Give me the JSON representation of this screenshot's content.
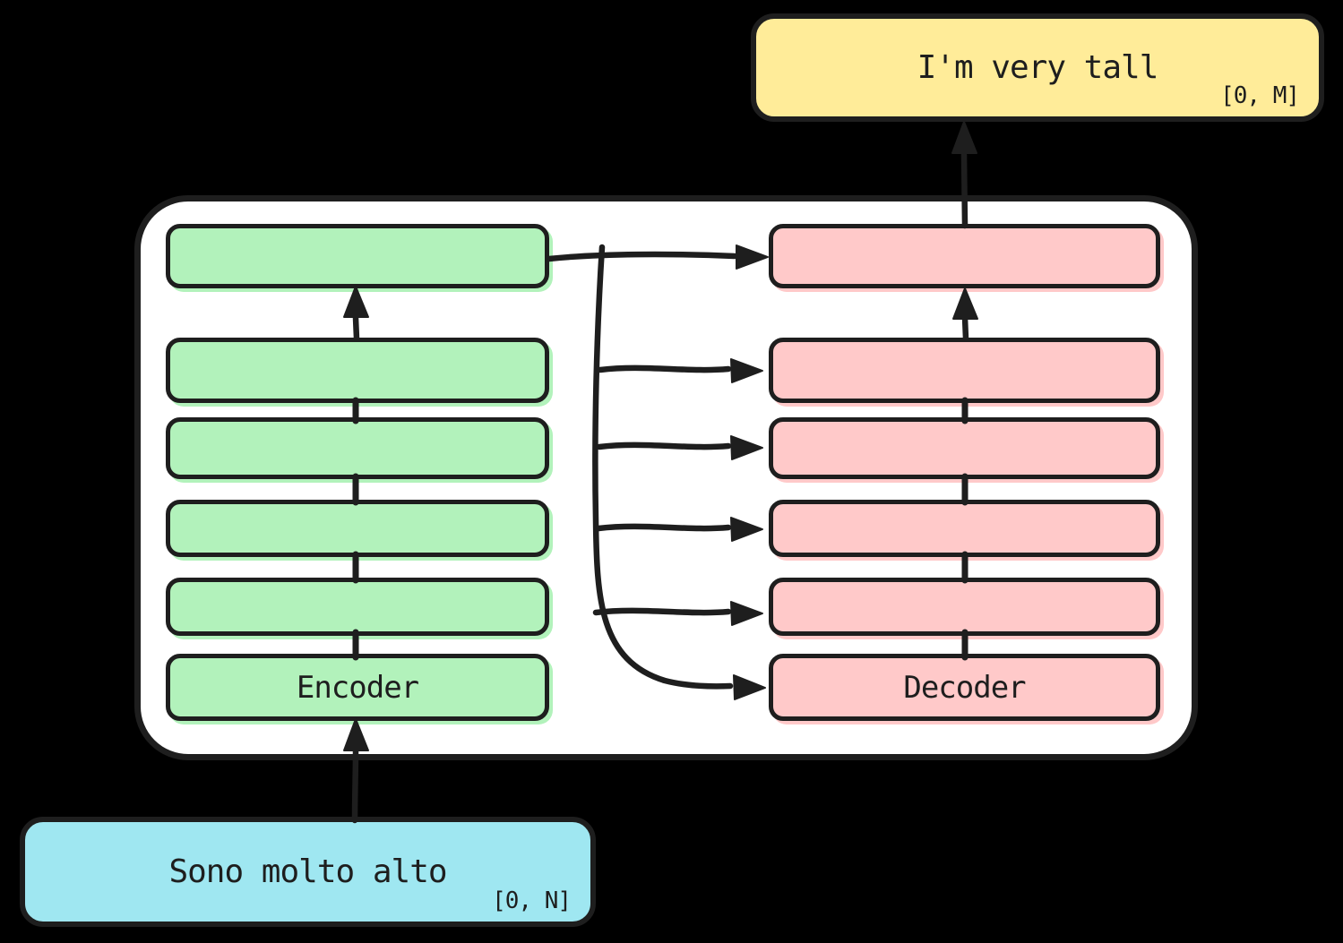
{
  "colors": {
    "background": "#000000",
    "ink": "#1e1e1e",
    "panel": "#ffffff",
    "encoder_fill": "#b2f2bb",
    "decoder_fill": "#ffc9c9",
    "output_fill": "#ffec99",
    "input_fill": "#9fe7f1"
  },
  "output_box": {
    "text": "I'm very tall",
    "range": "[0, M]"
  },
  "input_box": {
    "text": "Sono molto alto",
    "range": "[0, N]"
  },
  "encoder_stack": {
    "label": "Encoder",
    "num_layers": 6
  },
  "decoder_stack": {
    "label": "Decoder",
    "num_layers": 6
  }
}
